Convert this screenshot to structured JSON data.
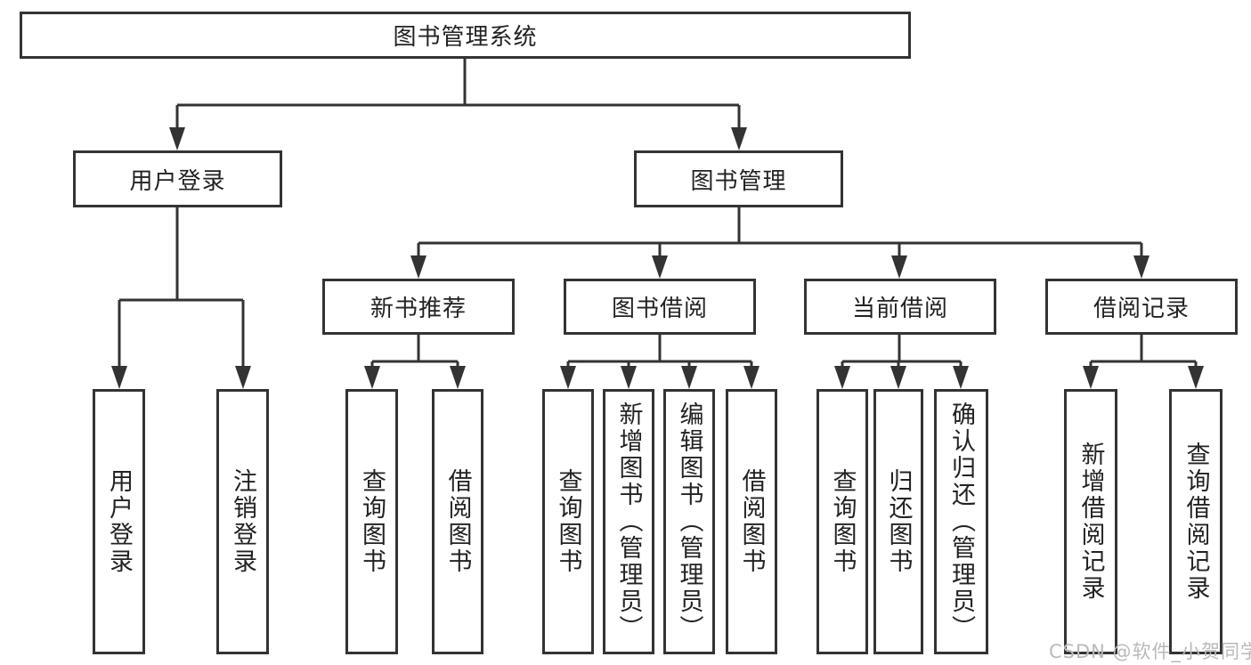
{
  "colors": {
    "line": "#333333",
    "box_border": "#333333",
    "text": "#222222",
    "watermark_text": "#b9b9b9",
    "background": "#ffffff"
  },
  "watermark": {
    "text": "CSDN @软件_小贺同学"
  },
  "tree": {
    "root": {
      "label": "图书管理系统",
      "children": [
        {
          "label": "用户登录",
          "children": [
            {
              "label": "用户登录"
            },
            {
              "label": "注销登录"
            }
          ]
        },
        {
          "label": "图书管理",
          "children": [
            {
              "label": "新书推荐",
              "children": [
                {
                  "label": "查询图书"
                },
                {
                  "label": "借阅图书"
                }
              ]
            },
            {
              "label": "图书借阅",
              "children": [
                {
                  "label": "查询图书"
                },
                {
                  "label": "新增图书（管理员）"
                },
                {
                  "label": "编辑图书（管理员）"
                },
                {
                  "label": "借阅图书"
                }
              ]
            },
            {
              "label": "当前借阅",
              "children": [
                {
                  "label": "查询图书"
                },
                {
                  "label": "归还图书"
                },
                {
                  "label": "确认归还（管理员）"
                }
              ]
            },
            {
              "label": "借阅记录",
              "children": [
                {
                  "label": "新增借阅记录"
                },
                {
                  "label": "查询借阅记录"
                }
              ]
            }
          ]
        }
      ]
    }
  }
}
